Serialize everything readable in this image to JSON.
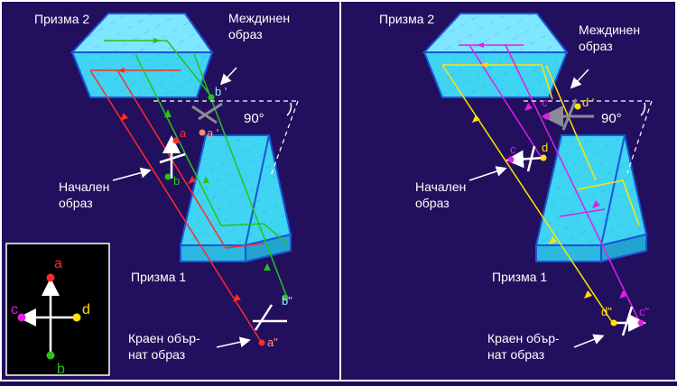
{
  "colors": {
    "background": "#22105e",
    "border": "#ffffff",
    "prism_fill": "#3fd4f2",
    "prism_edge": "#1a55d8",
    "ray_red": "#ff2a2a",
    "ray_green": "#27c21b",
    "ray_magenta": "#e21ee6",
    "ray_yellow": "#ffe400",
    "legend_bg": "#000000",
    "label_white": "#ffffff"
  },
  "left_panel": {
    "prism2_label": "Призма 2",
    "prism1_label": "Призма 1",
    "intermediate_label": [
      "Междинен",
      "образ"
    ],
    "initial_label": [
      "Начален",
      "образ"
    ],
    "final_label": [
      "Краен обър-",
      "нат образ"
    ],
    "angle_label": "90°",
    "point_a": "a",
    "point_b": "b",
    "point_a1": "a '",
    "point_b1": "b '",
    "point_a2": "a\"",
    "point_b2": "b\""
  },
  "right_panel": {
    "prism2_label": "Призма 2",
    "prism1_label": "Призма 1",
    "intermediate_label": [
      "Междинен",
      "образ"
    ],
    "initial_label": [
      "Начален",
      "образ"
    ],
    "final_label": [
      "Краен обър-",
      "нат образ"
    ],
    "angle_label": "90°",
    "point_c": "c",
    "point_d": "d",
    "point_c1": "c '",
    "point_d1": "d '",
    "point_c2": "c\"",
    "point_d2": "d\""
  },
  "legend": {
    "a": "a",
    "b": "b",
    "c": "c",
    "d": "d"
  }
}
